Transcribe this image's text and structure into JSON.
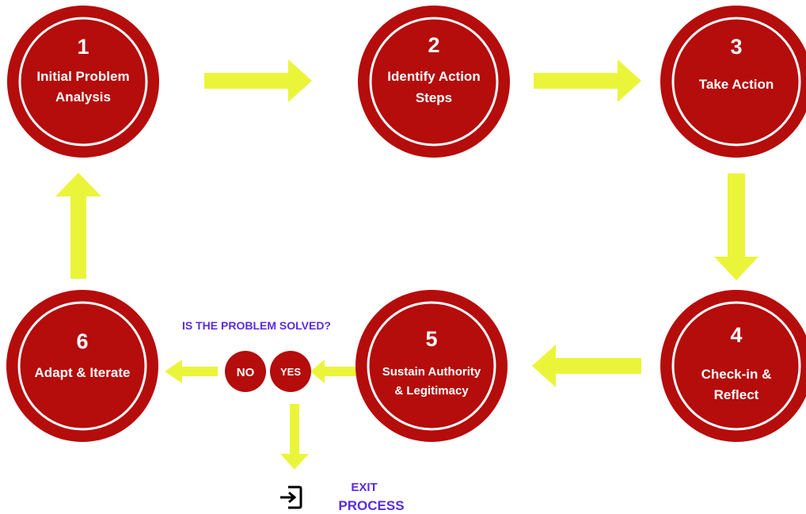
{
  "colors": {
    "circle_fill": "#b50c0c",
    "circle_ring": "#ffffff",
    "arrow": "#eaf53a",
    "question_text": "#5b2be0"
  },
  "steps": [
    {
      "number": "1",
      "label_lines": [
        "Initial Problem",
        "Analysis"
      ]
    },
    {
      "number": "2",
      "label_lines": [
        "Identify Action",
        "Steps"
      ]
    },
    {
      "number": "3",
      "label_lines": [
        "Take Action"
      ]
    },
    {
      "number": "4",
      "label_lines": [
        "Check-in &",
        "Reflect"
      ]
    },
    {
      "number": "5",
      "label_lines": [
        "Sustain Authority",
        "& Legitimacy"
      ]
    },
    {
      "number": "6",
      "label_lines": [
        "Adapt & Iterate"
      ]
    }
  ],
  "decision": {
    "question": "IS THE PROBLEM SOLVED?",
    "no_label": "NO",
    "yes_label": "YES"
  },
  "exit": {
    "icon": "exit-icon",
    "line1": "EXIT",
    "line2": "PROCESS"
  }
}
